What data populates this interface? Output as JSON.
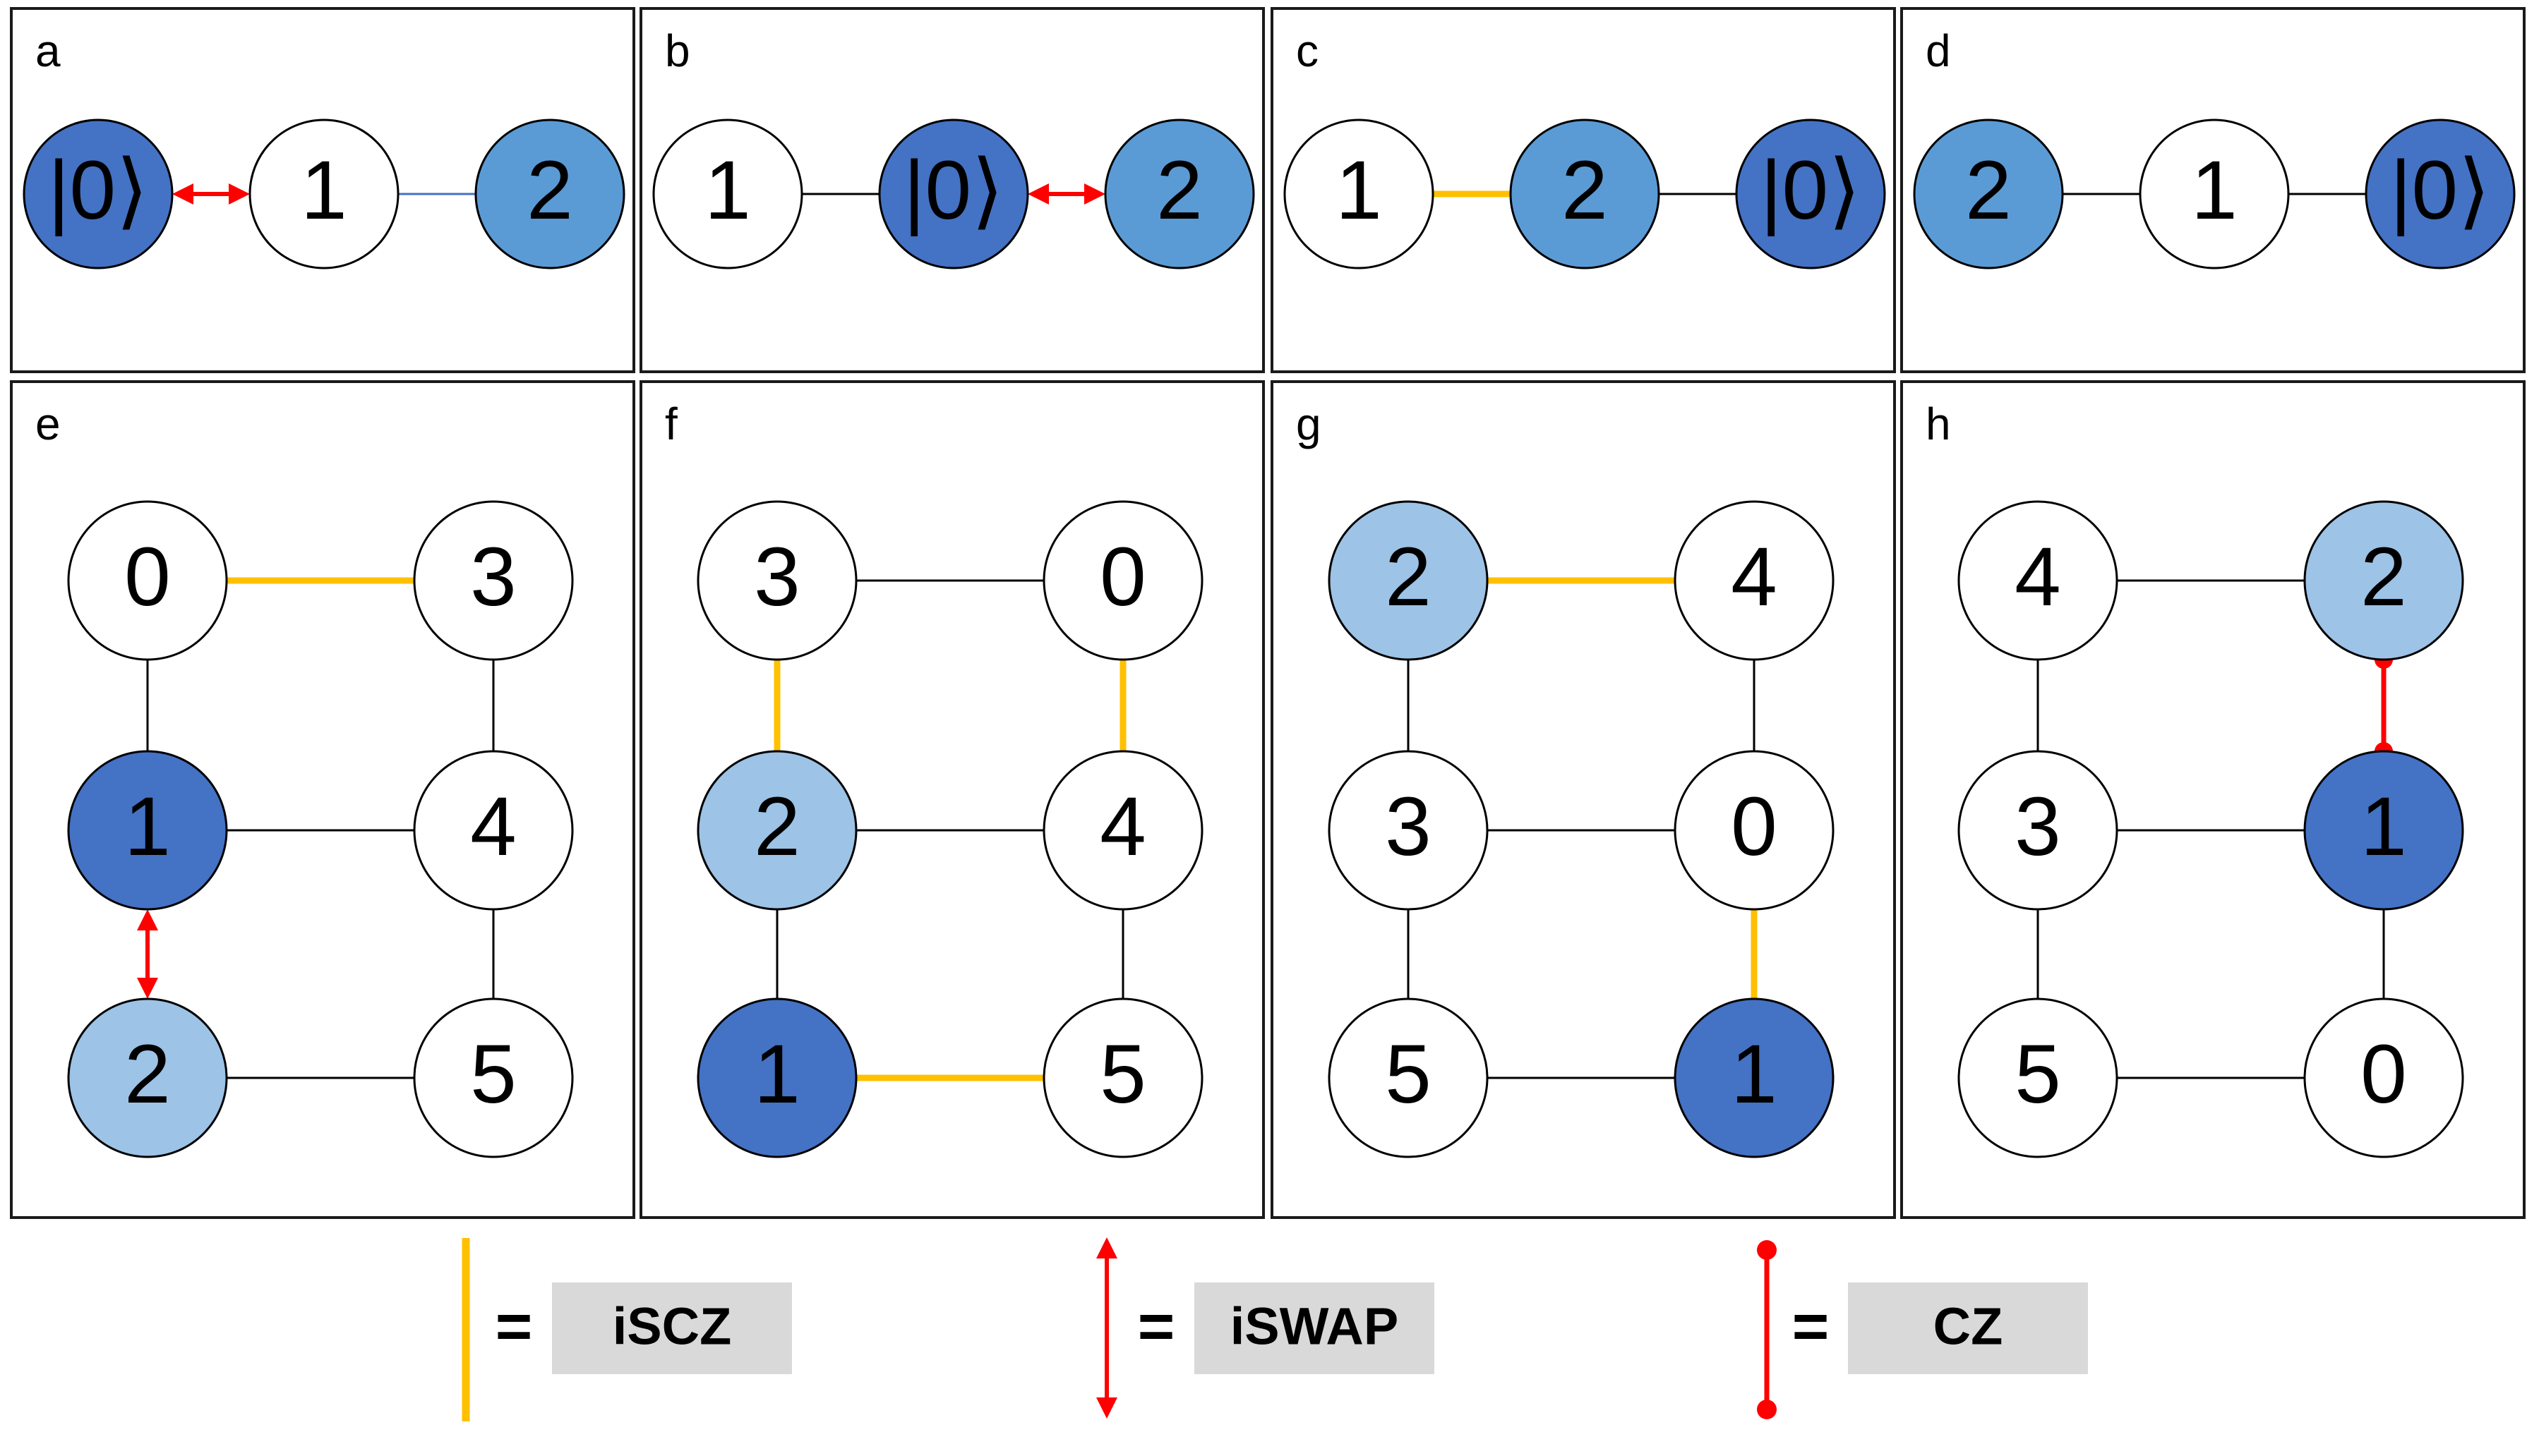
{
  "colors": {
    "white": "#ffffff",
    "dark": "#4472c4",
    "mid": "#5b9bd5",
    "light": "#9dc3e6",
    "iscz": "#ffc000",
    "iswap": "#ff0000",
    "cz": "#ff0000",
    "plain_edge": "#000000",
    "thin_blue_edge": "#4472c4"
  },
  "panels": [
    {
      "id": "a",
      "label": "a",
      "layout": "chain",
      "nodes": [
        {
          "label": "|0⟩",
          "fill": "dark"
        },
        {
          "label": "1",
          "fill": "white"
        },
        {
          "label": "2",
          "fill": "mid"
        }
      ],
      "edges": [
        {
          "from": 0,
          "to": 1,
          "type": "iswap"
        },
        {
          "from": 1,
          "to": 2,
          "type": "thin_blue"
        }
      ]
    },
    {
      "id": "b",
      "label": "b",
      "layout": "chain",
      "nodes": [
        {
          "label": "1",
          "fill": "white"
        },
        {
          "label": "|0⟩",
          "fill": "dark"
        },
        {
          "label": "2",
          "fill": "mid"
        }
      ],
      "edges": [
        {
          "from": 0,
          "to": 1,
          "type": "plain"
        },
        {
          "from": 1,
          "to": 2,
          "type": "iswap"
        }
      ]
    },
    {
      "id": "c",
      "label": "c",
      "layout": "chain",
      "nodes": [
        {
          "label": "1",
          "fill": "white"
        },
        {
          "label": "2",
          "fill": "mid"
        },
        {
          "label": "|0⟩",
          "fill": "dark"
        }
      ],
      "edges": [
        {
          "from": 0,
          "to": 1,
          "type": "iscz"
        },
        {
          "from": 1,
          "to": 2,
          "type": "plain"
        }
      ]
    },
    {
      "id": "d",
      "label": "d",
      "layout": "chain",
      "nodes": [
        {
          "label": "2",
          "fill": "mid"
        },
        {
          "label": "1",
          "fill": "white"
        },
        {
          "label": "|0⟩",
          "fill": "dark"
        }
      ],
      "edges": [
        {
          "from": 0,
          "to": 1,
          "type": "plain"
        },
        {
          "from": 1,
          "to": 2,
          "type": "plain"
        }
      ]
    },
    {
      "id": "e",
      "label": "e",
      "layout": "grid",
      "nodes": [
        {
          "label": "0",
          "fill": "white"
        },
        {
          "label": "3",
          "fill": "white"
        },
        {
          "label": "1",
          "fill": "dark"
        },
        {
          "label": "4",
          "fill": "white"
        },
        {
          "label": "2",
          "fill": "light"
        },
        {
          "label": "5",
          "fill": "white"
        }
      ],
      "edges": [
        {
          "from": 0,
          "to": 1,
          "type": "iscz"
        },
        {
          "from": 2,
          "to": 3,
          "type": "plain"
        },
        {
          "from": 4,
          "to": 5,
          "type": "plain"
        },
        {
          "from": 0,
          "to": 2,
          "type": "plain"
        },
        {
          "from": 2,
          "to": 4,
          "type": "iswap"
        },
        {
          "from": 1,
          "to": 3,
          "type": "plain"
        },
        {
          "from": 3,
          "to": 5,
          "type": "plain"
        }
      ]
    },
    {
      "id": "f",
      "label": "f",
      "layout": "grid",
      "nodes": [
        {
          "label": "3",
          "fill": "white"
        },
        {
          "label": "0",
          "fill": "white"
        },
        {
          "label": "2",
          "fill": "light"
        },
        {
          "label": "4",
          "fill": "white"
        },
        {
          "label": "1",
          "fill": "dark"
        },
        {
          "label": "5",
          "fill": "white"
        }
      ],
      "edges": [
        {
          "from": 0,
          "to": 1,
          "type": "plain"
        },
        {
          "from": 2,
          "to": 3,
          "type": "plain"
        },
        {
          "from": 4,
          "to": 5,
          "type": "iscz"
        },
        {
          "from": 0,
          "to": 2,
          "type": "iscz"
        },
        {
          "from": 2,
          "to": 4,
          "type": "plain"
        },
        {
          "from": 1,
          "to": 3,
          "type": "iscz"
        },
        {
          "from": 3,
          "to": 5,
          "type": "plain"
        }
      ]
    },
    {
      "id": "g",
      "label": "g",
      "layout": "grid",
      "nodes": [
        {
          "label": "2",
          "fill": "light"
        },
        {
          "label": "4",
          "fill": "white"
        },
        {
          "label": "3",
          "fill": "white"
        },
        {
          "label": "0",
          "fill": "white"
        },
        {
          "label": "5",
          "fill": "white"
        },
        {
          "label": "1",
          "fill": "dark"
        }
      ],
      "edges": [
        {
          "from": 0,
          "to": 1,
          "type": "iscz"
        },
        {
          "from": 2,
          "to": 3,
          "type": "plain"
        },
        {
          "from": 4,
          "to": 5,
          "type": "plain"
        },
        {
          "from": 0,
          "to": 2,
          "type": "plain"
        },
        {
          "from": 2,
          "to": 4,
          "type": "plain"
        },
        {
          "from": 1,
          "to": 3,
          "type": "plain"
        },
        {
          "from": 3,
          "to": 5,
          "type": "iscz"
        }
      ]
    },
    {
      "id": "h",
      "label": "h",
      "layout": "grid",
      "nodes": [
        {
          "label": "4",
          "fill": "white"
        },
        {
          "label": "2",
          "fill": "light"
        },
        {
          "label": "3",
          "fill": "white"
        },
        {
          "label": "1",
          "fill": "dark"
        },
        {
          "label": "5",
          "fill": "white"
        },
        {
          "label": "0",
          "fill": "white"
        }
      ],
      "edges": [
        {
          "from": 0,
          "to": 1,
          "type": "plain"
        },
        {
          "from": 2,
          "to": 3,
          "type": "plain"
        },
        {
          "from": 4,
          "to": 5,
          "type": "plain"
        },
        {
          "from": 0,
          "to": 2,
          "type": "plain"
        },
        {
          "from": 2,
          "to": 4,
          "type": "plain"
        },
        {
          "from": 1,
          "to": 3,
          "type": "cz"
        },
        {
          "from": 3,
          "to": 5,
          "type": "plain"
        }
      ]
    }
  ],
  "legend": {
    "equals": "=",
    "items": [
      {
        "symbol": "iscz",
        "label": "iSCZ"
      },
      {
        "symbol": "iswap",
        "label": "iSWAP"
      },
      {
        "symbol": "cz",
        "label": "CZ"
      }
    ]
  }
}
